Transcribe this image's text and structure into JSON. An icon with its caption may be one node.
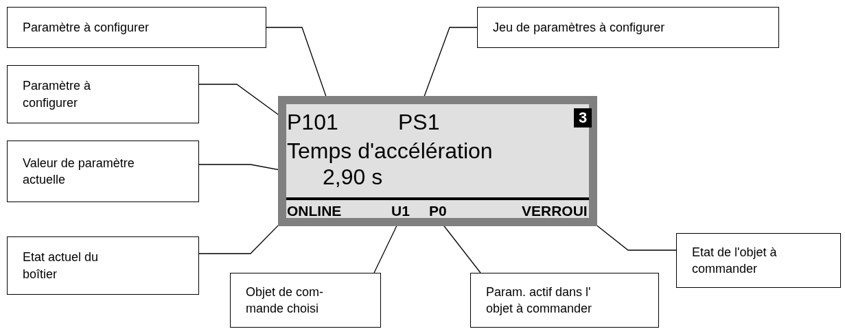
{
  "diagram": {
    "nodes": [
      {
        "text": [
          "Paramètre à configurer"
        ]
      },
      {
        "text": [
          "Jeu de paramètres à configurer"
        ]
      },
      {
        "text": [
          "Paramètre à configurer"
        ]
      },
      {
        "text": [],
        "shape": "box"
      },
      {
        "text": [
          "P101"
        ],
        "in": 3
      },
      {
        "text": [
          "PS1"
        ],
        "in": 3
      },
      {
        "text": [
          "3"
        ],
        "in": 3
      },
      {
        "text": [
          "Temps d'accélération"
        ],
        "in": 3
      },
      {
        "text": [
          "2,90 s"
        ],
        "in": 3
      },
      {
        "text": [
          "ONLINE"
        ],
        "in": 3
      },
      {
        "text": [
          "U1"
        ],
        "in": 3
      },
      {
        "text": [
          "P0"
        ],
        "in": 3
      },
      {
        "text": [
          "VERROUI"
        ],
        "in": 3
      },
      {
        "text": [
          "Valeur de paramètre actuelle"
        ]
      },
      {
        "text": [
          "Etat actuel du boîtier"
        ]
      },
      {
        "text": [
          "Etat de l'objet à commander"
        ]
      },
      {
        "text": [
          "Objet de com- mande choisi"
        ]
      },
      {
        "text": [
          "Param. actif dans l' objet à commander"
        ]
      }
    ],
    "edges": [
      {
        "from": 0,
        "to": 3,
        "arrow": "none"
      },
      {
        "from": 1,
        "to": 5,
        "arrow": "none"
      },
      {
        "from": 2,
        "to": 4,
        "arrow": "none"
      },
      {
        "from": 13,
        "to": 8,
        "arrow": "none"
      },
      {
        "from": 14,
        "to": 9,
        "arrow": "none"
      },
      {
        "from": 16,
        "to": 10,
        "arrow": "none"
      },
      {
        "from": 17,
        "to": 11,
        "arrow": "none"
      },
      {
        "from": 15,
        "to": 12,
        "arrow": "none"
      }
    ]
  }
}
